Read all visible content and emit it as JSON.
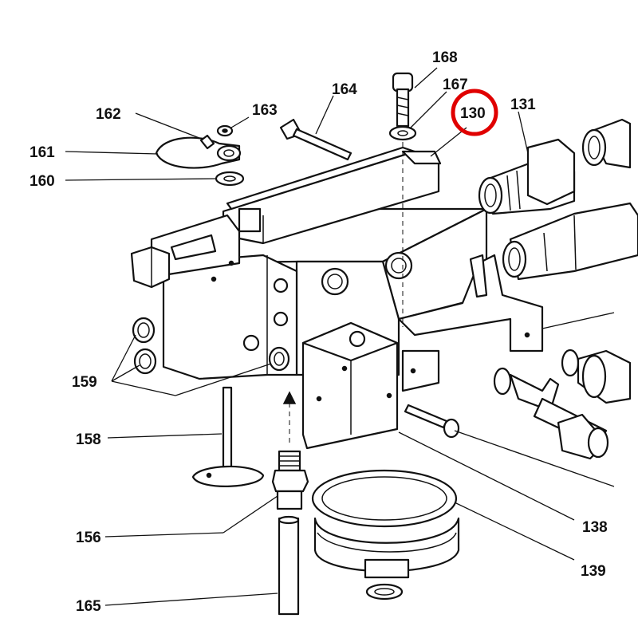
{
  "labels": {
    "p168": "168",
    "p167": "167",
    "p164": "164",
    "p163": "163",
    "p162": "162",
    "p161": "161",
    "p160": "160",
    "p130": "130",
    "p131": "131",
    "p159": "159",
    "p158": "158",
    "p156": "156",
    "p165": "165",
    "p138": "138",
    "p139": "139"
  },
  "highlight": {
    "part": "130",
    "color": "#e00000"
  }
}
